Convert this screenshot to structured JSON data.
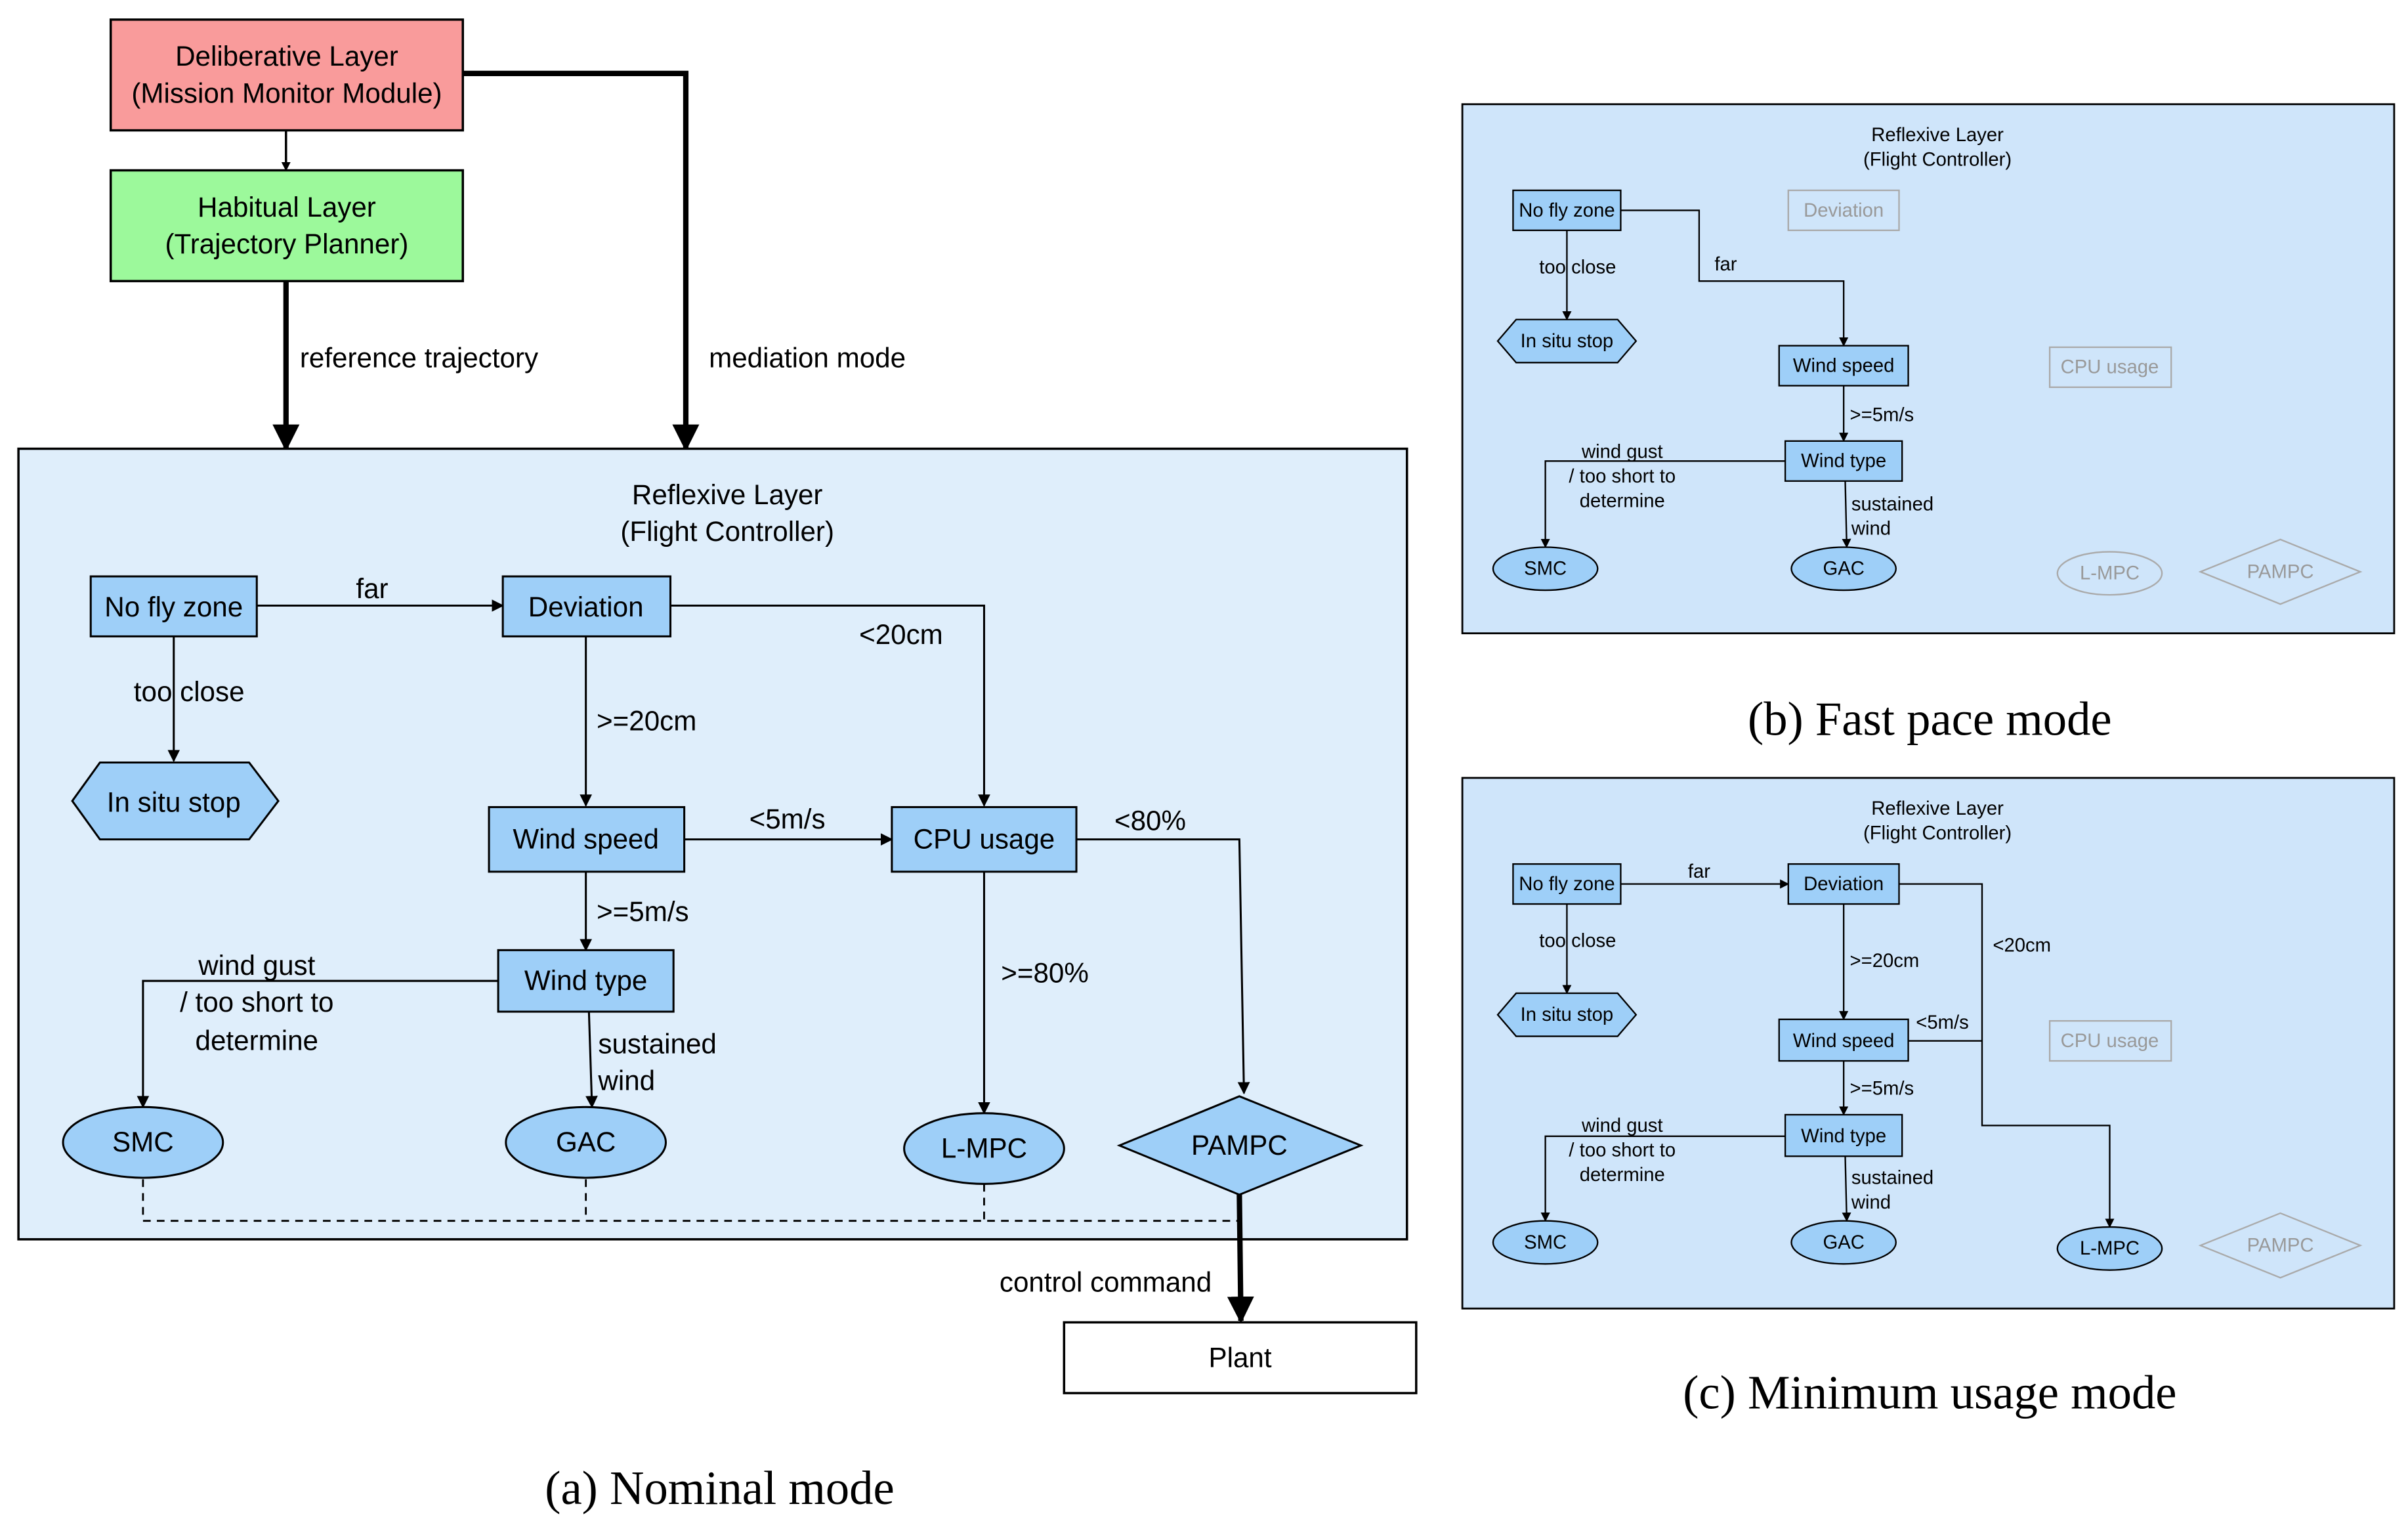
{
  "colors": {
    "deliberative_fill": "#f99b9b",
    "habitual_fill": "#9cf99b",
    "panel_fill": "#dfeefb",
    "panel_fill_small": "#cfe5fa",
    "node_fill": "#9ecff8",
    "inactive_stroke": "#aaaaaa",
    "inactive_text": "#999999",
    "line": "#000000"
  },
  "top": {
    "deliberative": {
      "line1": "Deliberative Layer",
      "line2": "(Mission Monitor Module)"
    },
    "habitual": {
      "line1": "Habitual Layer",
      "line2": "(Trajectory Planner)"
    },
    "reference_trajectory": "reference trajectory",
    "mediation_mode": "mediation mode"
  },
  "nominal": {
    "panel_title1": "Reflexive Layer",
    "panel_title2": "(Flight Controller)",
    "nodes": {
      "no_fly_zone": "No fly zone",
      "deviation": "Deviation",
      "in_situ_stop": "In situ stop",
      "wind_speed": "Wind speed",
      "cpu_usage": "CPU usage",
      "wind_type": "Wind type",
      "smc": "SMC",
      "gac": "GAC",
      "lmpc": "L-MPC",
      "pampc": "PAMPC"
    },
    "edges": {
      "far": "far",
      "too_close": "too close",
      "lt20cm": "<20cm",
      "ge20cm": ">=20cm",
      "lt5ms": "<5m/s",
      "ge5ms": ">=5m/s",
      "lt80": "<80%",
      "ge80": ">=80%",
      "wind_gust1": "wind gust",
      "wind_gust2": "/ too short to",
      "wind_gust3": "determine",
      "sustained1": "sustained",
      "sustained2": "wind"
    },
    "control_command": "control command",
    "plant": "Plant",
    "caption": "(a) Nominal mode"
  },
  "fast": {
    "panel_title1": "Reflexive Layer",
    "panel_title2": "(Flight Controller)",
    "nodes": {
      "no_fly_zone": "No fly zone",
      "deviation": "Deviation",
      "in_situ_stop": "In situ stop",
      "wind_speed": "Wind speed",
      "cpu_usage": "CPU usage",
      "wind_type": "Wind type",
      "smc": "SMC",
      "gac": "GAC",
      "lmpc": "L-MPC",
      "pampc": "PAMPC"
    },
    "edges": {
      "far": "far",
      "too_close": "too close",
      "ge5ms": ">=5m/s",
      "wind_gust1": "wind gust",
      "wind_gust2": "/ too short to",
      "wind_gust3": "determine",
      "sustained1": "sustained",
      "sustained2": "wind"
    },
    "caption": "(b) Fast pace mode"
  },
  "minimum": {
    "panel_title1": "Reflexive Layer",
    "panel_title2": "(Flight Controller)",
    "nodes": {
      "no_fly_zone": "No fly zone",
      "deviation": "Deviation",
      "in_situ_stop": "In situ stop",
      "wind_speed": "Wind speed",
      "cpu_usage": "CPU usage",
      "wind_type": "Wind type",
      "smc": "SMC",
      "gac": "GAC",
      "lmpc": "L-MPC",
      "pampc": "PAMPC"
    },
    "edges": {
      "far": "far",
      "too_close": "too close",
      "lt20cm": "<20cm",
      "ge20cm": ">=20cm",
      "lt5ms": "<5m/s",
      "ge5ms": ">=5m/s",
      "wind_gust1": "wind gust",
      "wind_gust2": "/ too short to",
      "wind_gust3": "determine",
      "sustained1": "sustained",
      "sustained2": "wind"
    },
    "caption": "(c) Minimum usage mode"
  }
}
